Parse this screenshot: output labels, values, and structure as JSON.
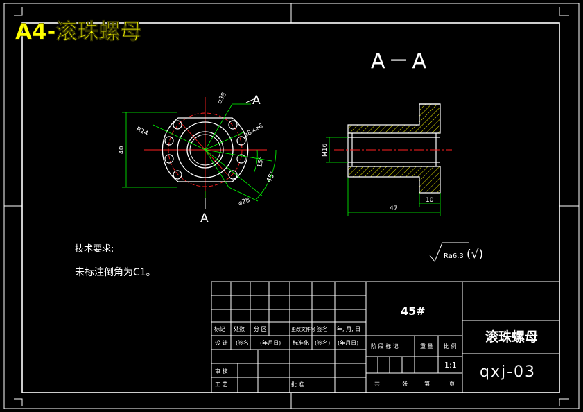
{
  "title": "A4-滚珠螺母",
  "section_label": "A－A",
  "cut_label_top": "A",
  "cut_label_bottom": "A",
  "dims": {
    "d38": "⌀38",
    "d8x6": "⌀8×⌀6",
    "d28": "⌀28",
    "r24": "R24",
    "h40": "40",
    "a15": "15°",
    "a45": "45°",
    "m16": "M16",
    "l47": "47",
    "l10": "10"
  },
  "tech_req_title": "技术要求:",
  "tech_req_line1": "未标注倒角为C1。",
  "roughness": "Ra6.3",
  "roughness_suffix": "(√)",
  "title_block": {
    "material": "45#",
    "part_name": "滚珠螺母",
    "drawing_no": "qxj-03",
    "h_mark": "标记",
    "h_count": "处数",
    "h_zone": "分 区",
    "h_docno": "更改文件号",
    "h_sign": "签名",
    "h_date": "年, 月, 日",
    "r_design": "设 计",
    "r_sign1": "(签名)",
    "r_date1": "(年月日)",
    "r_std": "标准化",
    "r_sign2": "(签名)",
    "r_date2": "(年月日)",
    "stage_mark": "阶 段 标 记",
    "weight": "重 量",
    "scale_h": "比 例",
    "scale_v": "1:1",
    "review": "审 核",
    "craft": "工 艺",
    "approve": "批 准",
    "sheets_total": "共",
    "sheets_zhang": "张",
    "sheet_no": "第",
    "sheet_page": "页"
  },
  "colors": {
    "frame": "#ffffff",
    "outline": "#ffffff",
    "center": "#ff2020",
    "dim": "#00ff00",
    "hatch": "#ffff00",
    "title": "#ffff00"
  }
}
